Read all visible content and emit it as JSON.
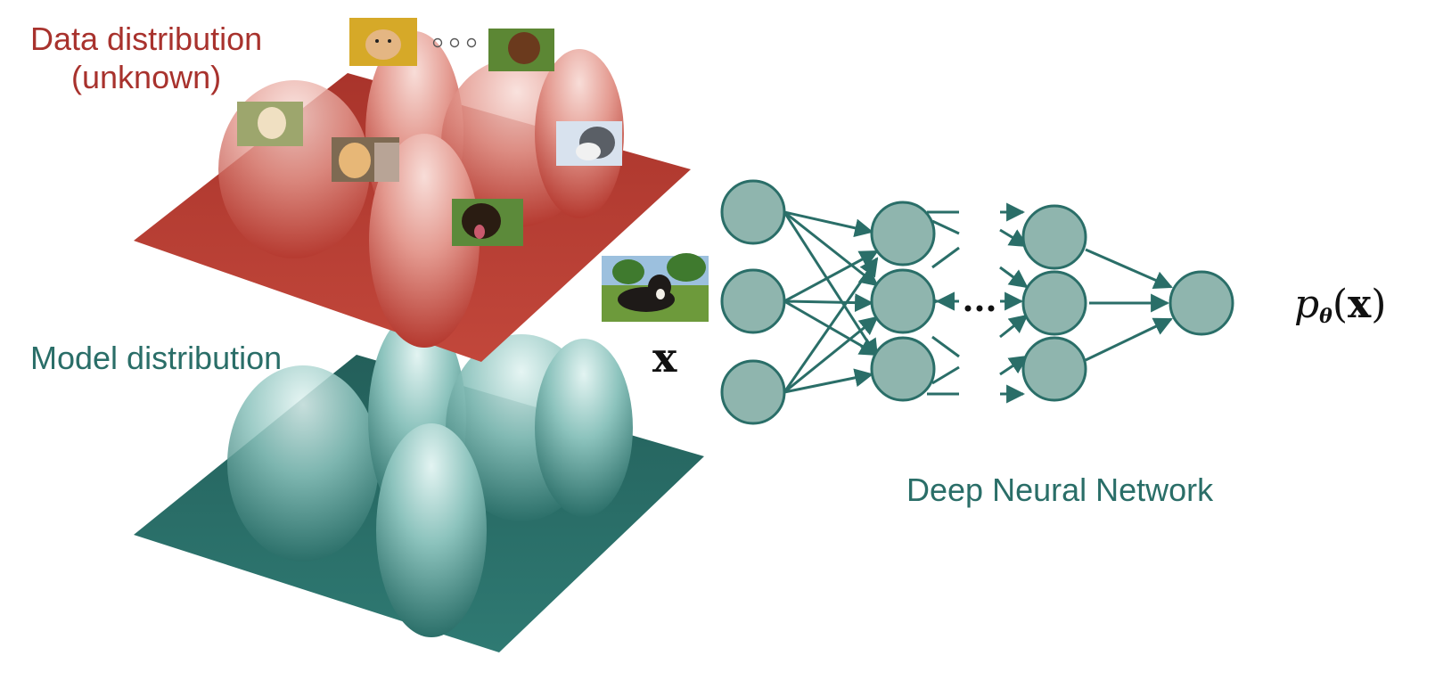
{
  "labels": {
    "data_distribution_line1": "Data distribution",
    "data_distribution_line2": "(unknown)",
    "model_distribution": "Model distribution",
    "input_symbol": "x",
    "deep_neural_network": "Deep Neural Network",
    "output_p": "p",
    "output_theta": "θ",
    "output_open": "(",
    "output_x": "x",
    "output_close": ")",
    "ellipsis_images": "○○○",
    "ellipsis_network": "..."
  },
  "colors": {
    "data_surface": "#b5392f",
    "data_peak": "#f6d2cc",
    "data_text": "#a8322d",
    "model_surface": "#2b6f69",
    "model_peak": "#d9f0ee",
    "model_text": "#2a6e68",
    "node_fill": "#8fb5ae",
    "node_stroke": "#2a6e68",
    "arrow": "#2a6e68"
  },
  "icons": {
    "dog_images": [
      "pomeranian-photo-icon",
      "labrador-puppy-photo-icon",
      "golden-retriever-photo-icon",
      "golden-puppy-photo-icon",
      "rottweiler-photo-icon",
      "husky-photo-icon",
      "brown-puppy-photo-icon",
      "bernese-dog-input-photo-icon"
    ]
  }
}
